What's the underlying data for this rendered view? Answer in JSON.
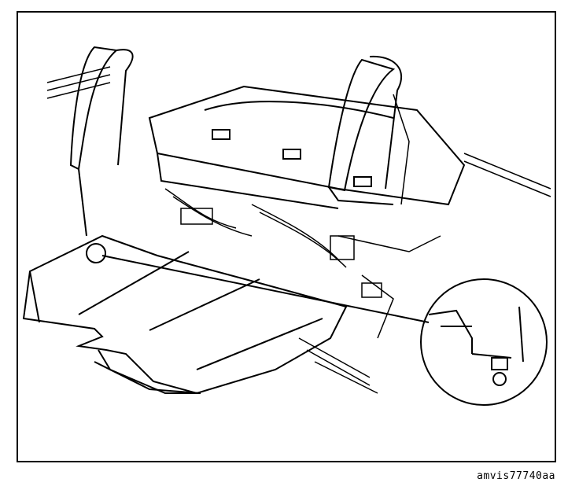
{
  "figure": {
    "caption": "amvis77740aa",
    "subject": "rear-seat-and-floor-wiring-line-drawing",
    "detail_callout": "seat-anchor-detail-circle"
  }
}
